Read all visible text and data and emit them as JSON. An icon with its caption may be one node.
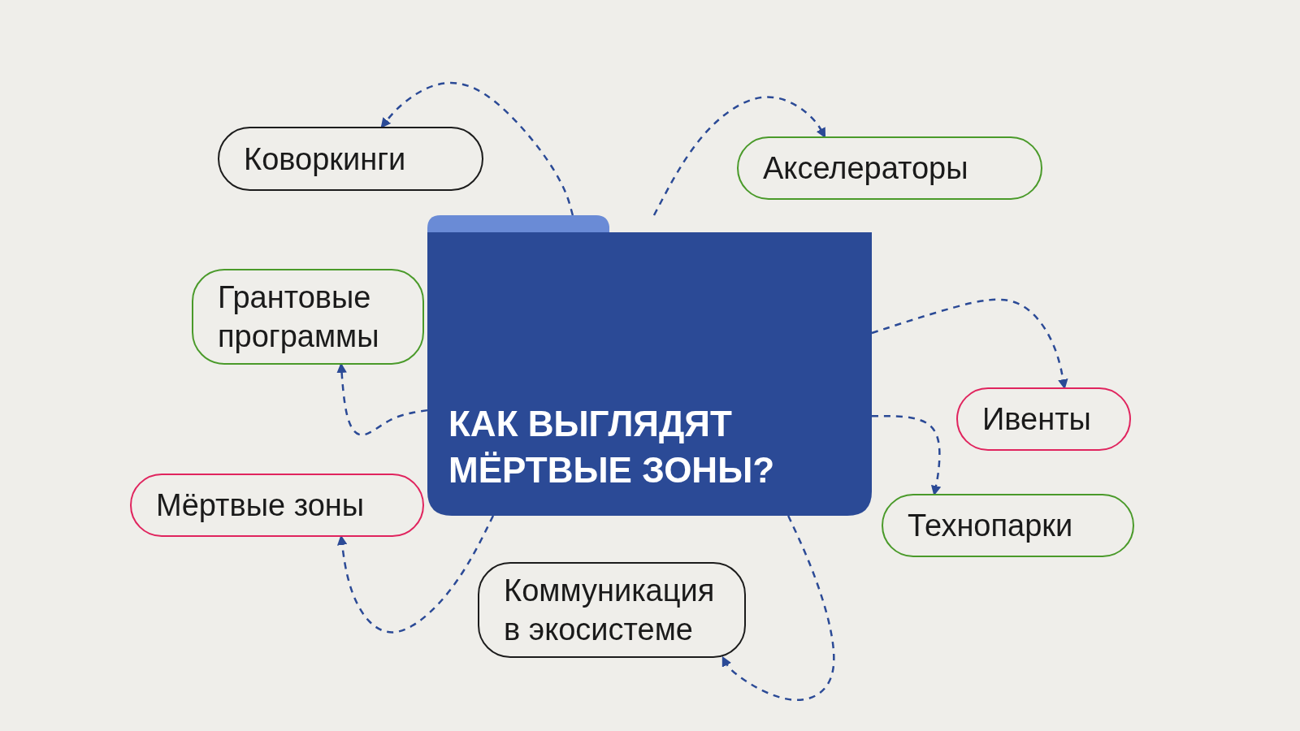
{
  "diagram": {
    "nodes": [
      {
        "text": [
          "Коворкинги"
        ]
      },
      {
        "text": [
          "Акселераторы"
        ]
      },
      {
        "text": [
          "Грантовые программы"
        ]
      },
      {
        "text": [
          "КАК ВЫГЛЯДЯТ МЁРТВЫЕ ЗОНЫ?"
        ]
      },
      {
        "text": [
          "Ивенты"
        ]
      },
      {
        "text": [
          "Мёртвые зоны"
        ]
      },
      {
        "text": [
          "Технопарки"
        ]
      },
      {
        "text": [
          "Коммуникация в экосистеме"
        ]
      }
    ],
    "edges": [
      {
        "from": 3,
        "to": 0,
        "arrow": "to",
        "style": "dashed"
      },
      {
        "from": 3,
        "to": 1,
        "arrow": "to",
        "style": "dashed"
      },
      {
        "from": 3,
        "to": 4,
        "arrow": "to",
        "style": "dashed"
      },
      {
        "from": 3,
        "to": 6,
        "arrow": "to",
        "style": "dashed"
      },
      {
        "from": 3,
        "to": 7,
        "arrow": "to",
        "style": "dashed"
      },
      {
        "from": 3,
        "to": 5,
        "arrow": "to",
        "style": "dashed"
      },
      {
        "from": 3,
        "to": 2,
        "arrow": "to",
        "style": "dashed"
      }
    ]
  }
}
